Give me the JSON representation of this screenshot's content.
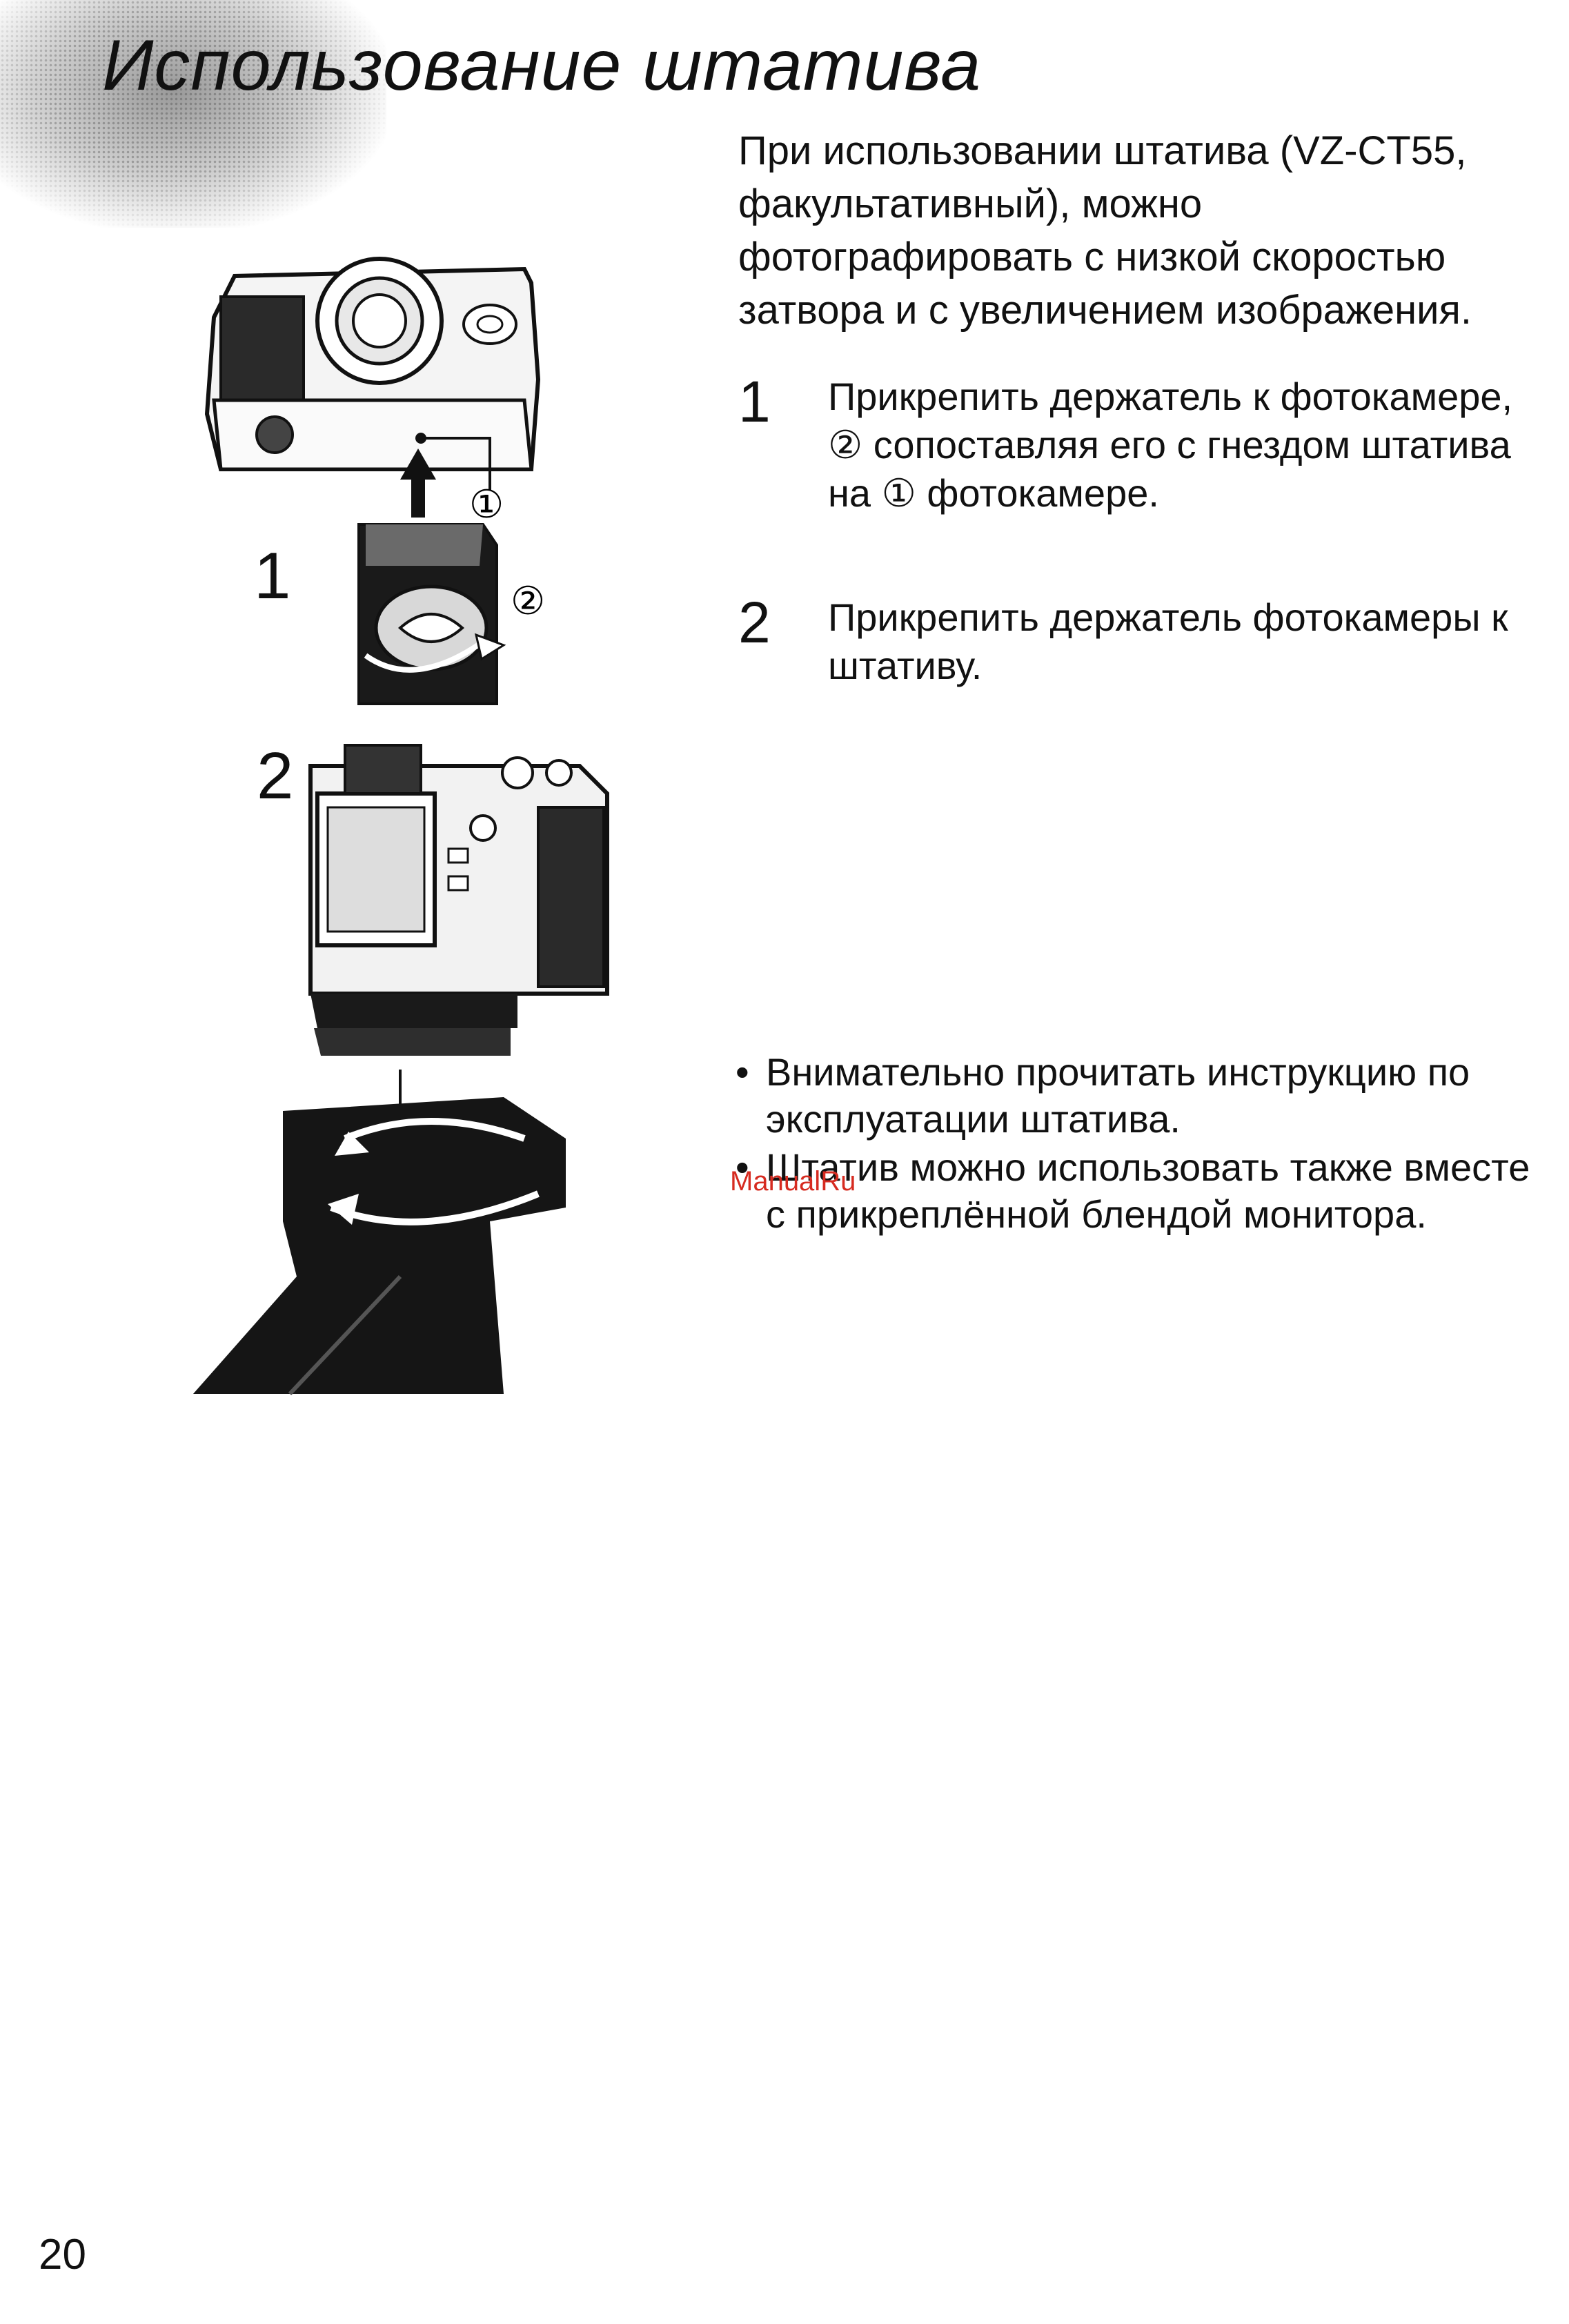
{
  "header": {
    "title": "Использование штатива"
  },
  "intro": "При использовании штатива (VZ-CT55, факультативный), можно фотографировать с низкой скоростью затвора и с увеличением изображения.",
  "steps": [
    {
      "number": "1",
      "text": "Прикрепить держатель к фотокамере, ② сопоставляя его с гнездом штатива на ① фотокамере."
    },
    {
      "number": "2",
      "text": "Прикрепить держатель фотокамеры к штативу."
    }
  ],
  "figure": {
    "step_labels": [
      "1",
      "2"
    ],
    "callouts": [
      "①",
      "②"
    ]
  },
  "notes": [
    "Внимательно прочитать инструкцию по эксплуатации штатива.",
    "Штатив можно использовать также вместе с прикреплённой блендой монитора."
  ],
  "note_bullet": "•",
  "watermark": "ManualRu",
  "page_number": "20"
}
